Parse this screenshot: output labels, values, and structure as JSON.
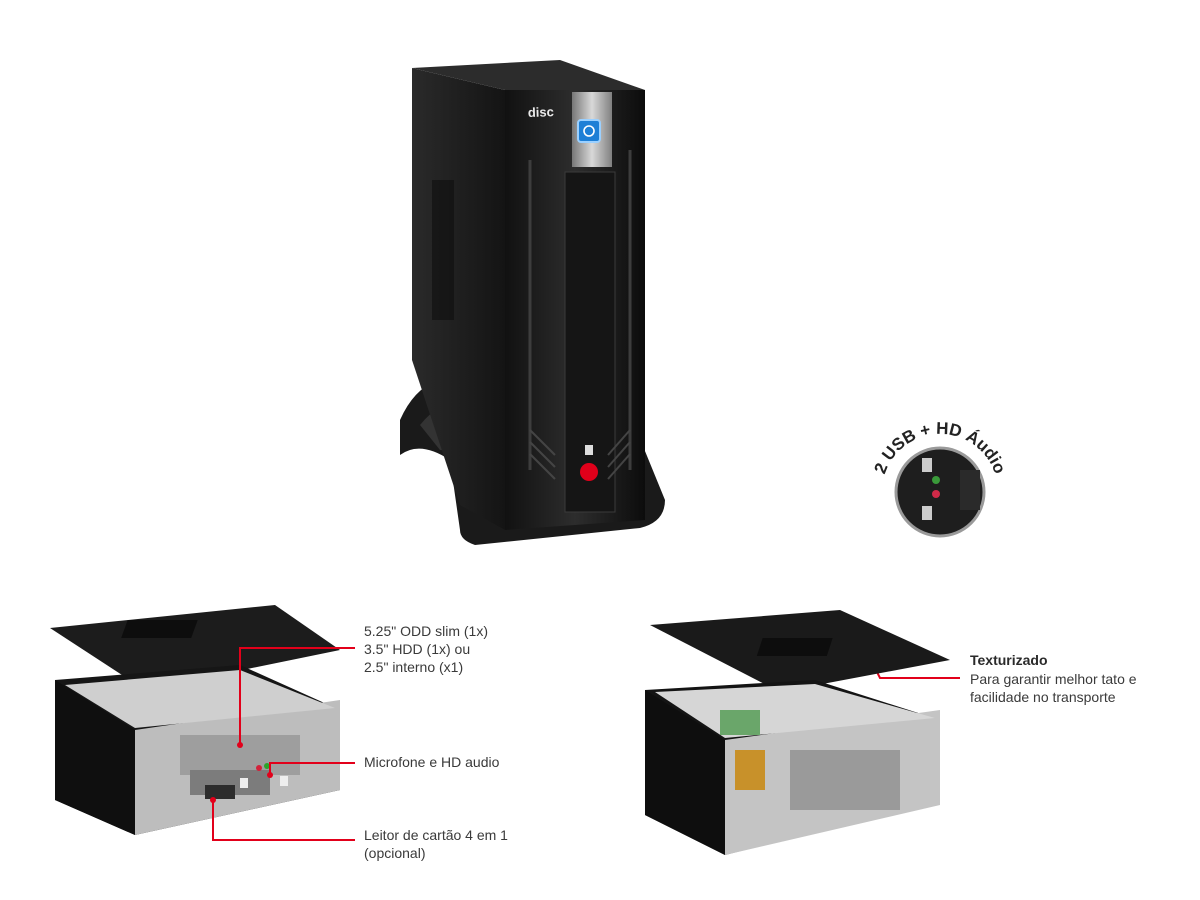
{
  "product": {
    "brand_logo": "disc"
  },
  "badge": {
    "text": "2 USB + HD Áudio"
  },
  "left_callouts": {
    "drive_bays": "5.25\" ODD slim (1x)\n3.5\" HDD (1x) ou\n2.5\" interno (x1)",
    "audio": "Microfone e HD audio",
    "card_reader": "Leitor de cartão 4 em 1\n(opcional)"
  },
  "right_callout": {
    "title": "Texturizado",
    "text": "Para garantir melhor tato e\nfacilidade no transporte"
  },
  "colors": {
    "accent_line": "#e2001a",
    "case_black": "#1b1b1b"
  }
}
